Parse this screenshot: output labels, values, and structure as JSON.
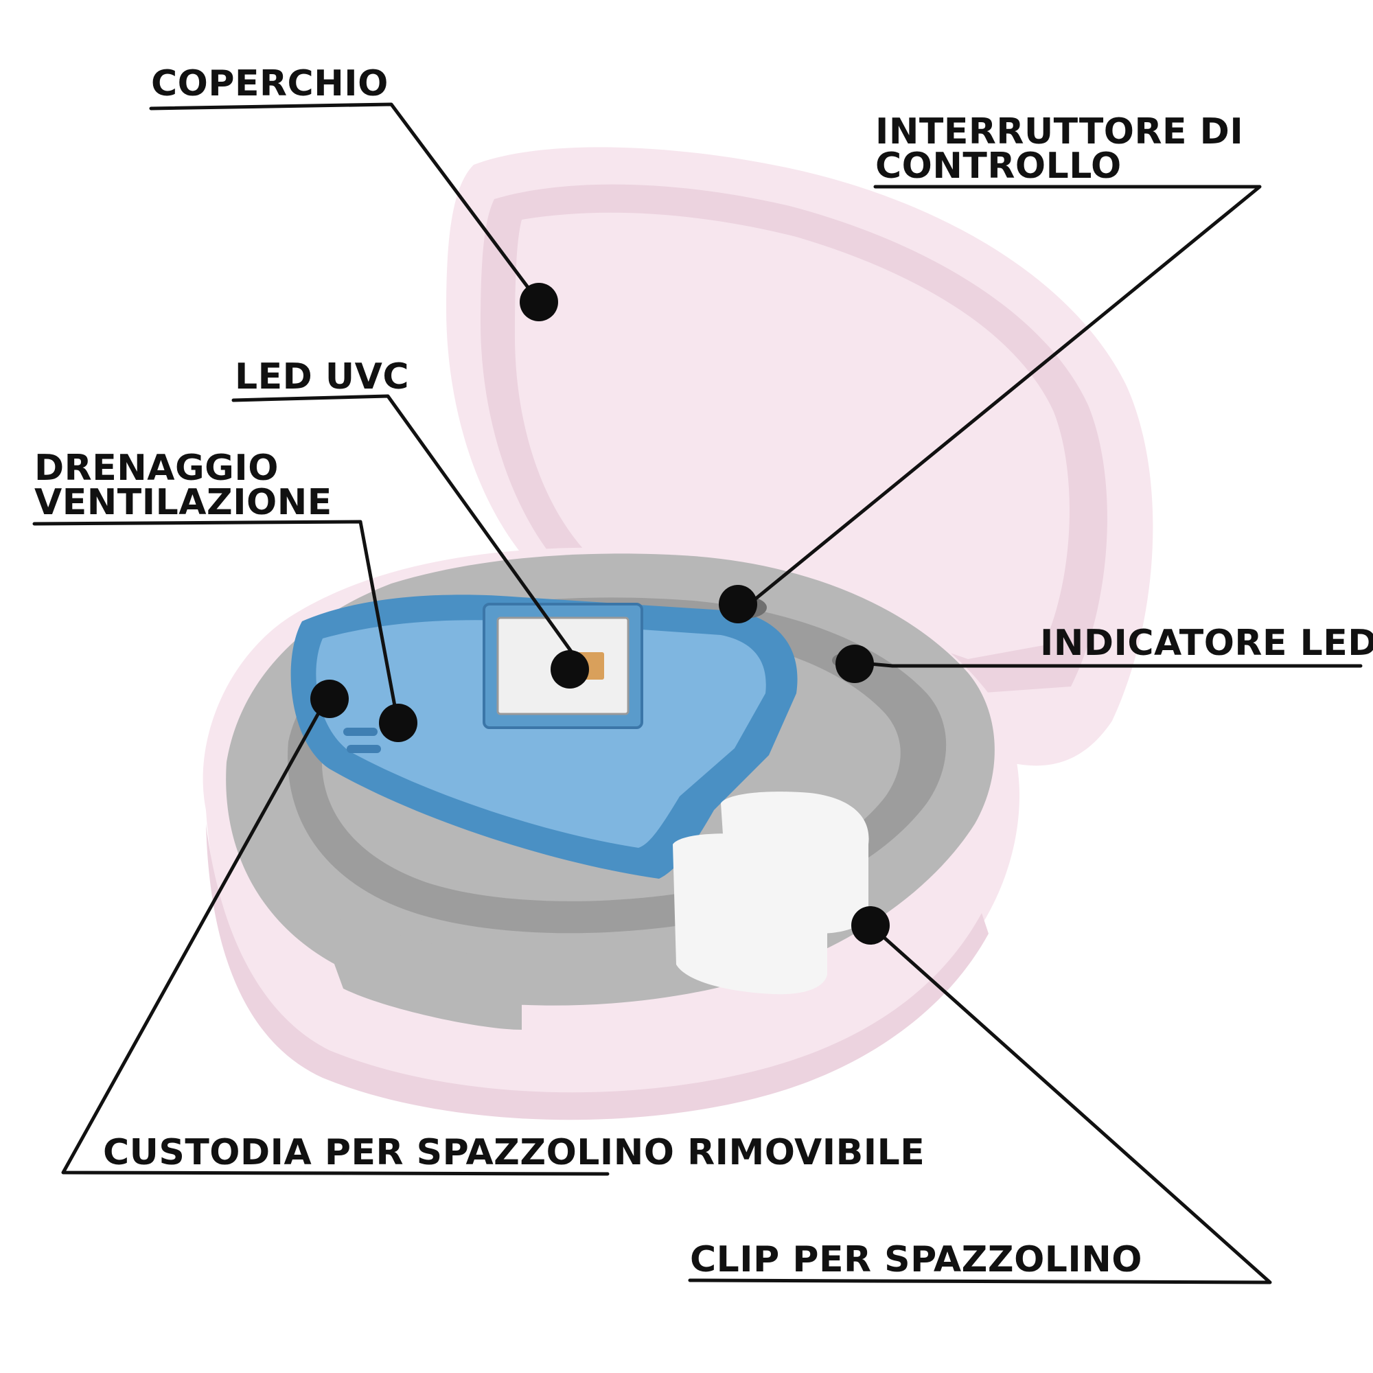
{
  "colors": {
    "lid": "#f7e6ee",
    "lid_shade": "#ecd3df",
    "tray": "#b7b7b7",
    "tray_dark": "#9d9d9d",
    "compartment": "#4a90c4",
    "compartment_light": "#7fb6e0",
    "clip": "#f5f5f5",
    "ink": "#111111"
  },
  "labels": {
    "coperchio": "COPERCHIO",
    "interruttore_line1": "INTERRUTTORE DI",
    "interruttore_line2": "CONTROLLO",
    "led_uvc": "LED UVC",
    "drenaggio_line1": "DRENAGGIO",
    "drenaggio_line2": "VENTILAZIONE",
    "indicatore_led": "INDICATORE LED",
    "custodia": "CUSTODIA PER SPAZZOLINO RIMOVIBILE",
    "clip": "CLIP PER SPAZZOLINO"
  }
}
